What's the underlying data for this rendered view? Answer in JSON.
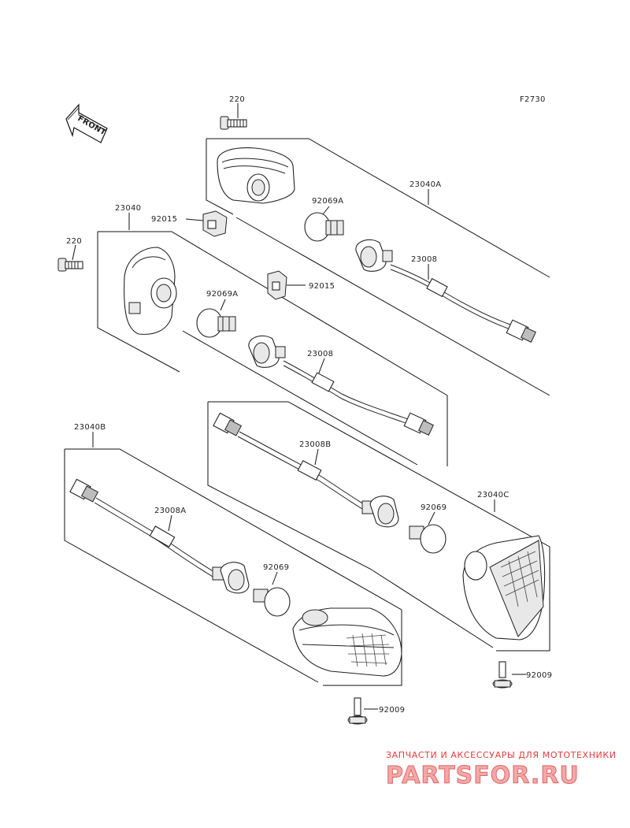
{
  "figure_code": "F2730",
  "front_label": "FRONT",
  "callouts": {
    "bolt_upper": "220",
    "bolt_left": "220",
    "assy_rear_right": "23040A",
    "assy_rear_left": "23040",
    "clip_upper": "92015",
    "clip_lower": "92015",
    "bulb_rear_right": "92069A",
    "bulb_rear_left": "92069A",
    "socket_rear_right": "23008",
    "socket_rear_left": "23008",
    "assy_front_left": "23040B",
    "socket_front_left": "23008A",
    "bulb_front_left": "92069",
    "assy_front_right": "23040C",
    "socket_front_right": "23008B",
    "bulb_front_right": "92069",
    "screw_right": "92009",
    "screw_left": "92009"
  },
  "watermark": {
    "caption": "ЗАПЧАСТИ И АКСЕССУАРЫ ДЛЯ МОТОТЕХНИКИ",
    "brand": "PARTSFOR.RU"
  }
}
